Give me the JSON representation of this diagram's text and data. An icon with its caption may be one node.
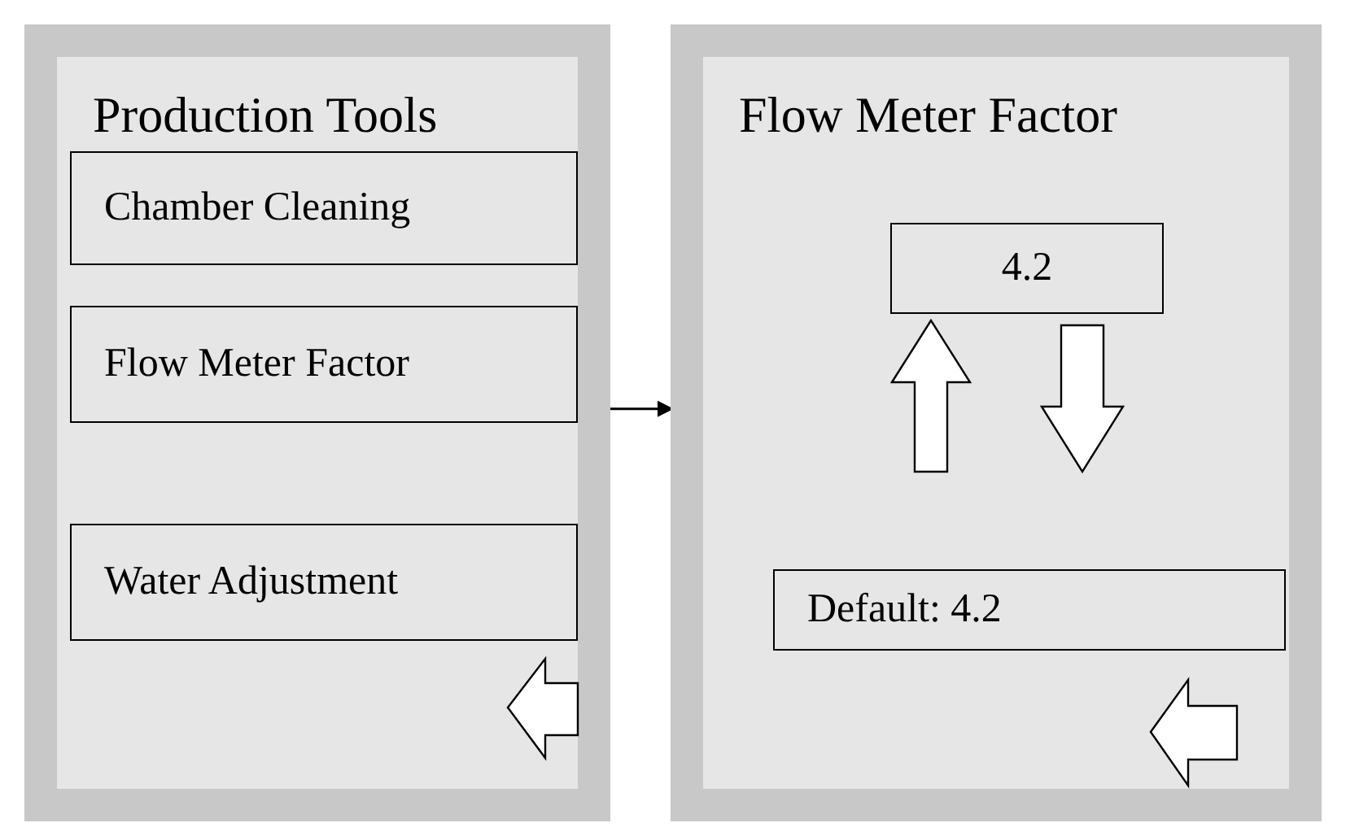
{
  "diagram": {
    "nodes": [
      {
        "text": [
          "Production Tools"
        ]
      },
      {
        "text": [
          "Chamber Cleaning"
        ],
        "in": 0
      },
      {
        "text": [
          "Flow Meter Factor"
        ],
        "in": 0
      },
      {
        "text": [
          "Water Adjustment"
        ],
        "in": 0
      },
      {
        "text": [
          "Flow Meter Factor"
        ]
      },
      {
        "text": [
          "4.2"
        ],
        "in": 4
      },
      {
        "text": [
          "Default: 4.2"
        ],
        "in": 4
      }
    ],
    "edges": [
      {
        "from": 2,
        "to": 4,
        "arrow": "to"
      }
    ]
  }
}
